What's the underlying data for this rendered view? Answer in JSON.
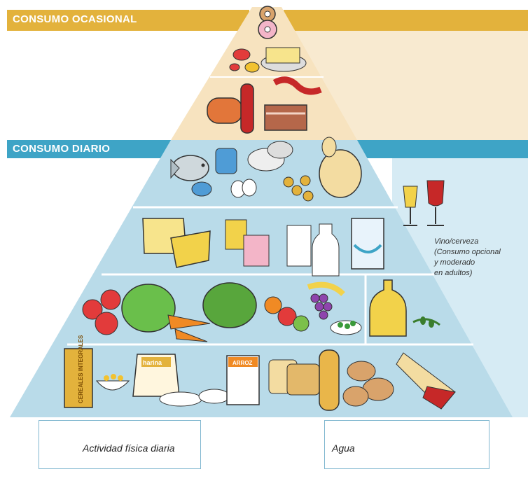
{
  "bands": {
    "occasional_label": "CONSUMO OCASIONAL",
    "daily_label": "CONSUMO DIARIO"
  },
  "colors": {
    "occasional": "#e3b23c",
    "occasional_fill": "#f8ead0",
    "daily": "#3ea4c6",
    "daily_fill": "#d6ebf4",
    "pyramid_fill": "#b9dbe9"
  },
  "side_note": {
    "line1": "Vino/cerveza",
    "line2": "(Consumo opcional",
    "line3": "y moderado",
    "line4": "en adultos)"
  },
  "footer": {
    "activity_label": "Actividad física diaria",
    "water_label": "Agua"
  },
  "packages": {
    "cereal_box": "CEREALES INTEGRALES",
    "flour_bag": "harina",
    "rice_box": "ARROZ"
  },
  "icons": [
    "donut-icon",
    "candy-icon",
    "butter-icon",
    "sausage-icon",
    "bacon-icon",
    "fish-icon",
    "tuna-can-icon",
    "beans-icon",
    "eggs-icon",
    "nuts-icon",
    "chicken-icon",
    "cheese-icon",
    "yogurt-icon",
    "milk-glass-icon",
    "milk-bottle-icon",
    "milk-carton-icon",
    "tomato-icon",
    "lettuce-icon",
    "carrot-icon",
    "spinach-icon",
    "fruit-icon",
    "grapes-icon",
    "peas-icon",
    "olive-oil-icon",
    "wine-glass-icon",
    "beer-glass-icon",
    "cereal-box-icon",
    "flour-bag-icon",
    "rice-box-icon",
    "bread-icon",
    "baguette-icon",
    "potato-icon",
    "pasta-icon",
    "runners-icon",
    "water-glass-icon",
    "water-jug-icon"
  ]
}
